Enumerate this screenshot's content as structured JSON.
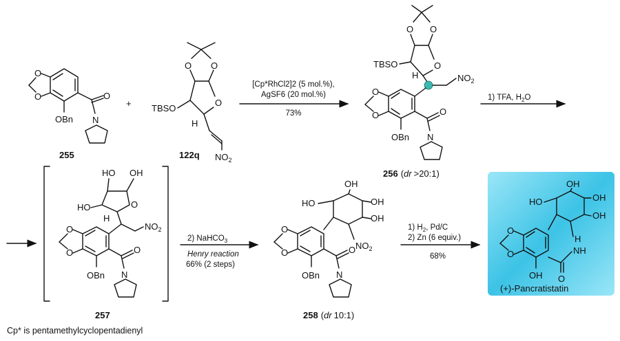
{
  "footnote": "Cp* is pentamethylcyclopentadienyl",
  "highlight_color": "#3cc3e6",
  "compounds": {
    "c255": {
      "id": "255"
    },
    "c122q": {
      "id": "122q"
    },
    "c256": {
      "id": "256",
      "dr_label": "dr",
      "dr_value": ">20:1"
    },
    "c257": {
      "id": "257"
    },
    "c258": {
      "id": "258",
      "dr_label": "dr",
      "dr_value": "10:1"
    },
    "product": {
      "name": "(+)-Pancratistatin"
    }
  },
  "atom_labels": {
    "obn": "OBn",
    "tbso": "TBSO",
    "no2": "NO2",
    "h": "H",
    "ho": "HO",
    "oh": "OH",
    "nh": "NH",
    "o": "O",
    "n": "N",
    "plus": "+"
  },
  "steps": {
    "step1": {
      "line1": "[Cp*RhCl2]2 (5 mol.%),",
      "line2": "AgSF6 (20 mol.%)",
      "yield": "73%"
    },
    "step2": {
      "line1": "1) TFA, H2O"
    },
    "step3": {
      "line1": "2) NaHCO3",
      "line2": "Henry reaction",
      "yield": "66% (2 steps)"
    },
    "step4": {
      "line1": "1) H2, Pd/C",
      "line2": "2) Zn (6 equiv.)",
      "yield": "68%"
    }
  }
}
